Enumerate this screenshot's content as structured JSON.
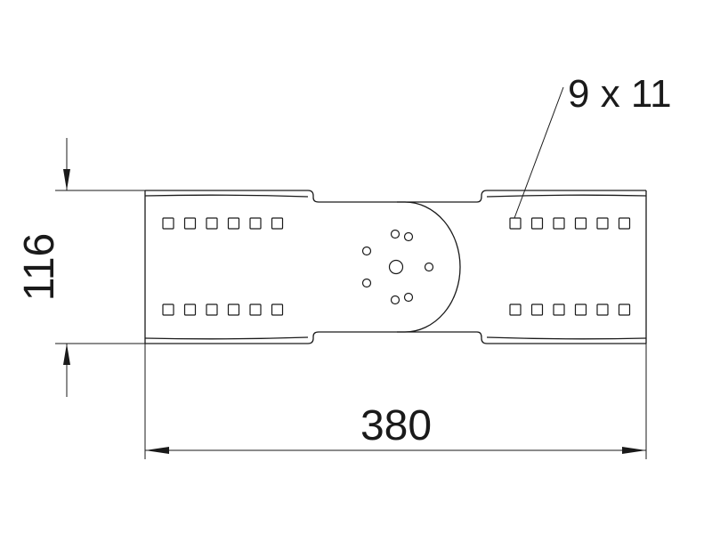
{
  "drawing": {
    "dimension_width": "380",
    "dimension_height": "116",
    "hole_size_label": "9 x 11",
    "line_color": "#1a1a1a",
    "background": "#ffffff"
  }
}
